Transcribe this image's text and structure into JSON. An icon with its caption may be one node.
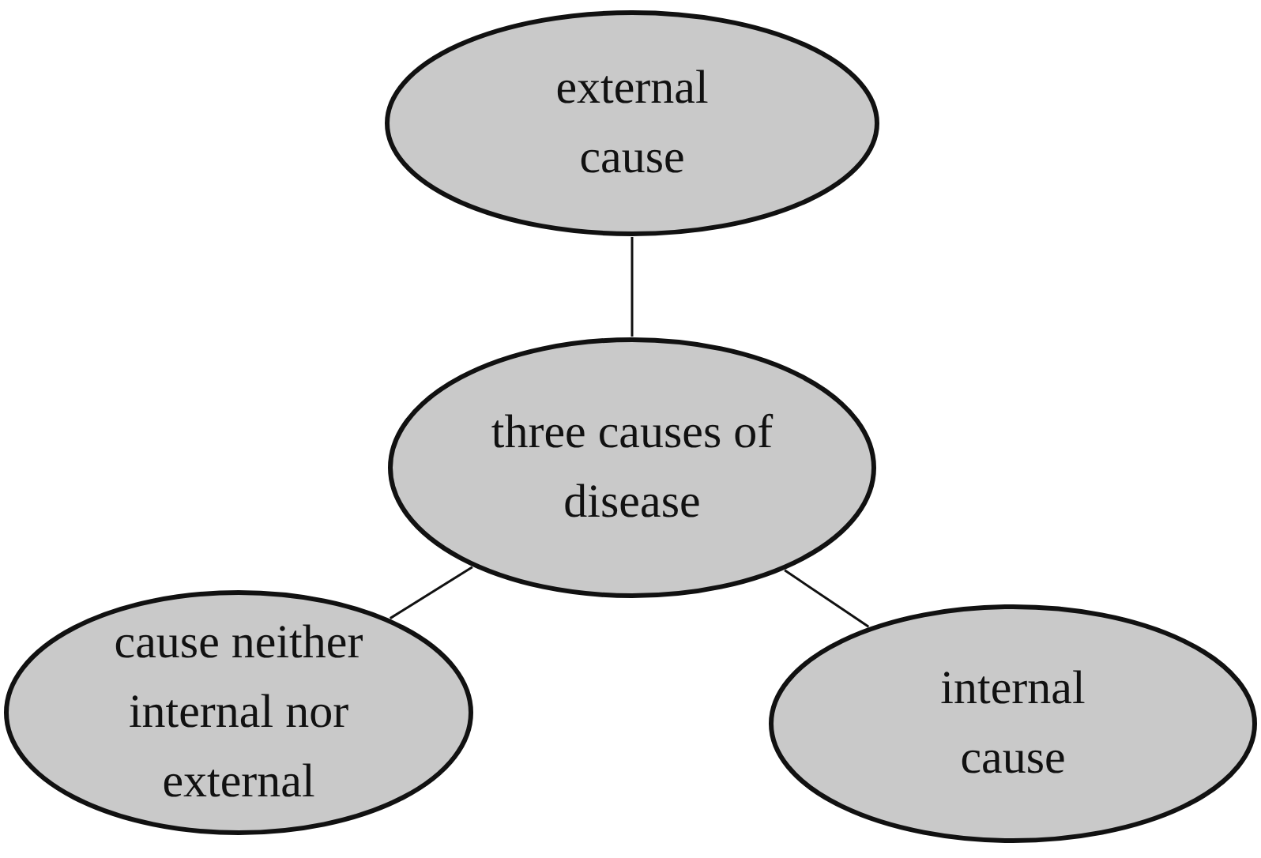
{
  "diagram": {
    "nodes": [
      {
        "text": [
          "external cause"
        ]
      },
      {
        "text": [
          "three causes of disease"
        ]
      },
      {
        "text": [
          "cause neither internal nor external"
        ]
      },
      {
        "text": [
          "internal cause"
        ]
      }
    ],
    "edges": [
      {
        "from": 1,
        "to": 0,
        "arrow": "none"
      },
      {
        "from": 1,
        "to": 2,
        "arrow": "none"
      },
      {
        "from": 1,
        "to": 3,
        "arrow": "none"
      }
    ]
  }
}
